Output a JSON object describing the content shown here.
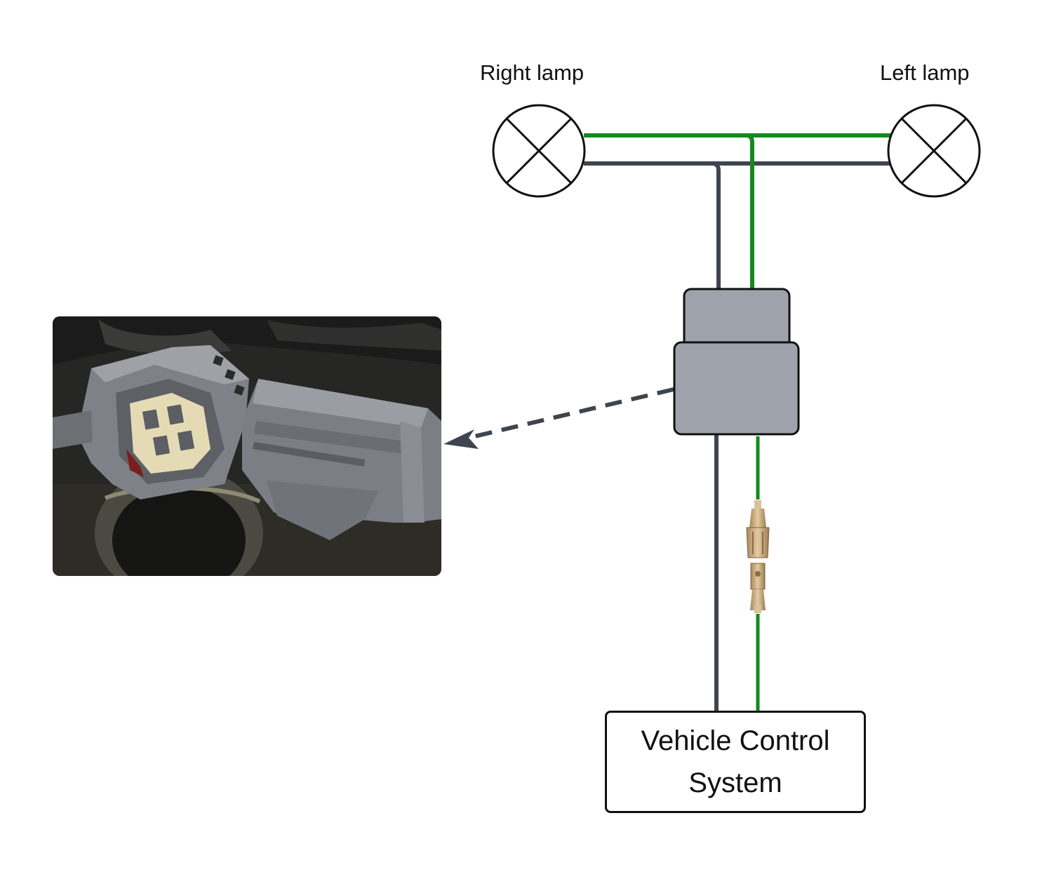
{
  "labels": {
    "right_lamp": "Right lamp",
    "left_lamp": "Left lamp",
    "vehicle_control_line1": "Vehicle Control",
    "vehicle_control_line2": "System"
  },
  "colors": {
    "wire_green": "#15881f",
    "wire_gray": "#3f4550",
    "connector_fill": "#9ea3ab",
    "outline": "#111111",
    "photo_bg": "#2b2b28",
    "terminal_brass": "#c9a87a"
  },
  "icons": {
    "lamp": "lamp-symbol-icon",
    "connector": "connector-block-icon",
    "terminal": "spade-terminal-icon",
    "arrow": "dashed-arrow-icon"
  }
}
